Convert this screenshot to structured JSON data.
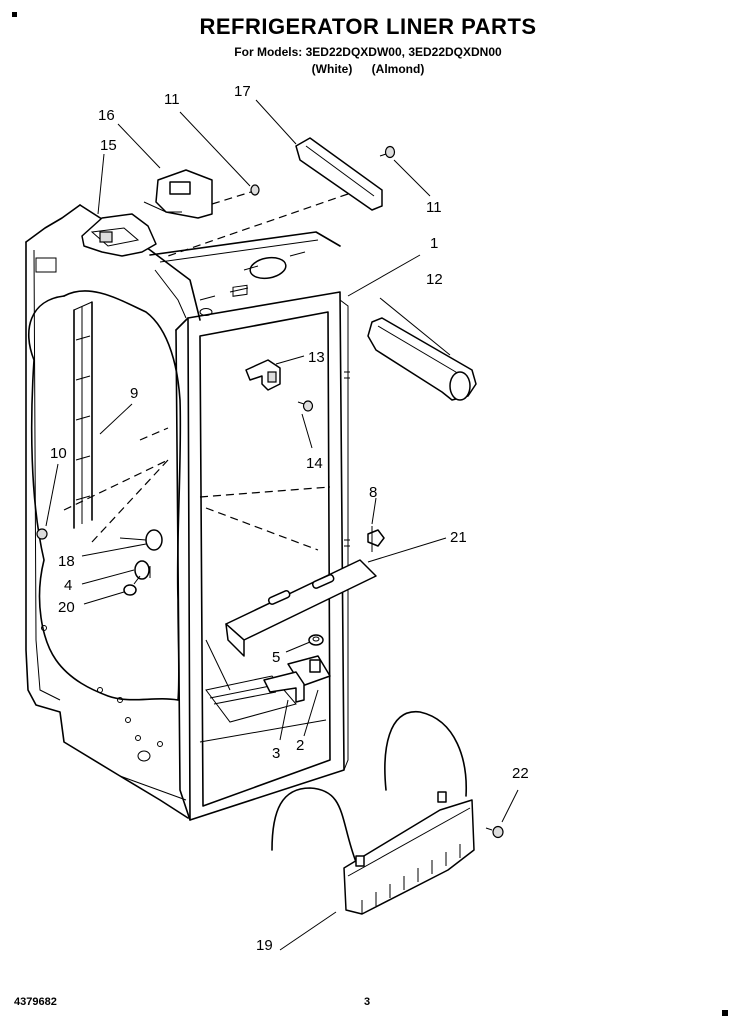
{
  "header": {
    "title": "REFRIGERATOR LINER PARTS",
    "models": "For Models: 3ED22DQXDW00, 3ED22DQXDN00",
    "color_white": "(White)",
    "color_almond": "(Almond)"
  },
  "footer": {
    "doc_number": "4379682",
    "page_number": "3"
  },
  "callouts": {
    "p1": "1",
    "p2": "2",
    "p3": "3",
    "p4": "4",
    "p5": "5",
    "p8": "8",
    "p9": "9",
    "p10": "10",
    "p11a": "11",
    "p11b": "11",
    "p12": "12",
    "p13": "13",
    "p14": "14",
    "p15": "15",
    "p16": "16",
    "p17": "17",
    "p18": "18",
    "p19": "19",
    "p20": "20",
    "p21": "21",
    "p22": "22"
  }
}
